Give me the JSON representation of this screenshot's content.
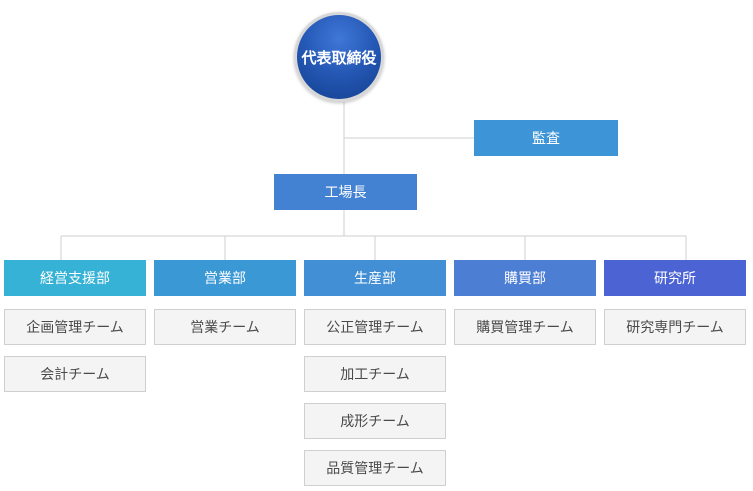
{
  "org": {
    "ceo": "代表取締役",
    "audit": "監査",
    "factory_head": "工場長",
    "departments": [
      {
        "name": "経営支援部",
        "color": "#35b2d6",
        "teams": [
          "企画管理チーム",
          "会計チーム"
        ]
      },
      {
        "name": "営業部",
        "color": "#3a98d5",
        "teams": [
          "営業チーム"
        ]
      },
      {
        "name": "生産部",
        "color": "#438fd5",
        "teams": [
          "公正管理チーム",
          "加工チーム",
          "成形チーム",
          "品質管理チーム"
        ]
      },
      {
        "name": "購買部",
        "color": "#4c7ed3",
        "teams": [
          "購買管理チーム"
        ]
      },
      {
        "name": "研究所",
        "color": "#4c64d3",
        "teams": [
          "研究専門チーム"
        ]
      }
    ]
  },
  "colors": {
    "ceo": "#2558b5",
    "audit": "#3d94d6",
    "factory_head": "#4382d3",
    "line": "#cfcfcf",
    "team_bg": "#f4f4f4",
    "team_border": "#cfcfcf"
  }
}
